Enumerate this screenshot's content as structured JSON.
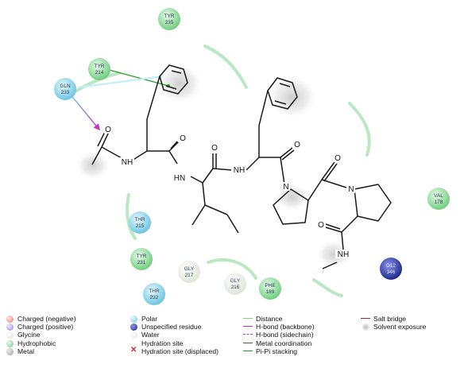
{
  "residues": [
    {
      "id": "tyr235",
      "name": "TYR",
      "num": "235",
      "type": "hydrophobic"
    },
    {
      "id": "tyr214",
      "name": "TYR",
      "num": "214",
      "type": "hydrophobic"
    },
    {
      "id": "gln233",
      "name": "GLN",
      "num": "233",
      "type": "polar"
    },
    {
      "id": "thr215",
      "name": "THR",
      "num": "215",
      "type": "polar"
    },
    {
      "id": "tyr231",
      "name": "TYR",
      "num": "231",
      "type": "hydrophobic"
    },
    {
      "id": "thr232",
      "name": "THR",
      "num": "232",
      "type": "polar"
    },
    {
      "id": "gly217",
      "name": "GLY",
      "num": "217",
      "type": "glycine"
    },
    {
      "id": "gly216",
      "name": "GLY",
      "num": "216",
      "type": "glycine"
    },
    {
      "id": "phe189",
      "name": "PHE",
      "num": "189",
      "type": "hydrophobic"
    },
    {
      "id": "val178",
      "name": "VAL",
      "num": "178",
      "type": "hydrophobic"
    },
    {
      "id": "d12",
      "name": "D12",
      "num": "346",
      "type": "unspecified"
    }
  ],
  "atoms": {
    "O": "O",
    "N": "N",
    "NH": "NH",
    "HN": "HN"
  },
  "colors": {
    "hydrophobic": "#7cd58a",
    "polar": "#74cde6",
    "glycine": "#e8ede4",
    "unspecified": "#2e3aa8",
    "charged_negative": "#f28b82",
    "charged_positive": "#a89ad9",
    "pipi": "#2a9d2a",
    "hbond": "#c03bc0",
    "salt_bridge": "#9b2050",
    "pocket": "#b9e8c2"
  },
  "legend": {
    "col1": [
      {
        "icon": "charged-negative-icon",
        "label": "Charged (negative)"
      },
      {
        "icon": "charged-positive-icon",
        "label": "Charged (positive)"
      },
      {
        "icon": "glycine-icon",
        "label": "Glycine"
      },
      {
        "icon": "hydrophobic-icon",
        "label": "Hydrophobic"
      },
      {
        "icon": "metal-icon",
        "label": "Metal"
      }
    ],
    "col2": [
      {
        "icon": "polar-icon",
        "label": "Polar"
      },
      {
        "icon": "unspecified-residue-icon",
        "label": "Unspecified residue"
      },
      {
        "icon": "water-icon",
        "label": "Water"
      },
      {
        "icon": "hydration-site-icon",
        "label": "Hydration site"
      },
      {
        "icon": "hydration-site-displaced-icon",
        "label": "Hydration site (displaced)"
      }
    ],
    "col3": [
      {
        "icon": "distance-icon",
        "label": "Distance"
      },
      {
        "icon": "hbond-backbone-icon",
        "label": "H-bond (backbone)"
      },
      {
        "icon": "hbond-sidechain-icon",
        "label": "H-bond (sidechain)"
      },
      {
        "icon": "metal-coordination-icon",
        "label": "Metal coordination"
      },
      {
        "icon": "pi-pi-stacking-icon",
        "label": "Pi-Pi stacking"
      }
    ],
    "col4": [
      {
        "icon": "salt-bridge-icon",
        "label": "Salt bridge"
      },
      {
        "icon": "solvent-exposure-icon",
        "label": "Solvent exposure"
      }
    ]
  }
}
